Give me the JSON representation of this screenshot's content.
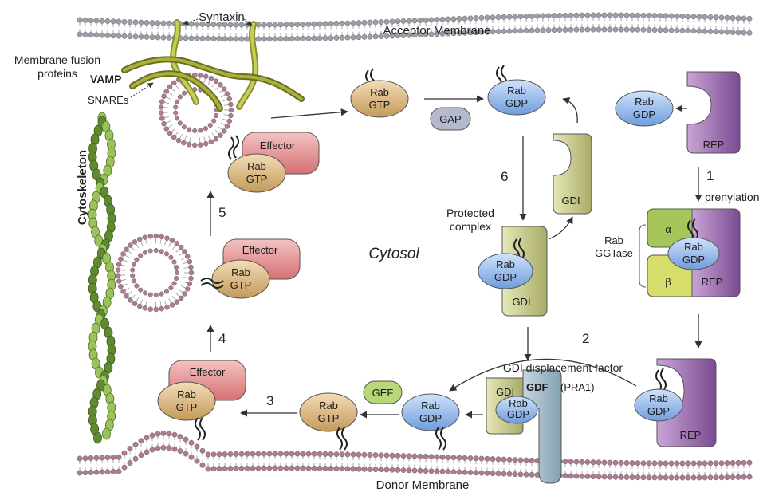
{
  "membranes": {
    "acceptor": "Acceptor Membrane",
    "donor": "Donor Membrane"
  },
  "labels": {
    "syntaxin": "Syntaxin",
    "membrane_fusion": [
      "Membrane fusion",
      "proteins"
    ],
    "vamp": "VAMP",
    "snares": "SNAREs",
    "cytoskeleton": "Cytoskeleton",
    "cytosol": "Cytosol",
    "protected_complex": [
      "Protected",
      "complex"
    ],
    "prenylation": "prenylation",
    "rab_ggtase": [
      "Rab",
      "GGTase"
    ],
    "gdi_displacement_factor": "GDI displacement factor",
    "gdf_pra1": "(PRA1)"
  },
  "proteins": {
    "rab": "Rab",
    "gtp": "GTP",
    "gdp": "GDP",
    "effector": "Effector",
    "gap": "GAP",
    "gef": "GEF",
    "gdi": "GDI",
    "gdf": "GDF",
    "rep": "REP",
    "alpha": "α",
    "beta": "β"
  },
  "steps": {
    "s1": "1",
    "s2": "2",
    "s3": "3",
    "s4": "4",
    "s5": "5",
    "s6": "6"
  },
  "colors": {
    "rab_gtp": "#d6b077",
    "rab_gdp": "#8fb7e8",
    "effector": "#e89a9a",
    "gdi": "#c3c68a",
    "rep": "#9b6aab",
    "ggtase_alpha": "#a7c65a",
    "ggtase_beta": "#d7dd6a",
    "gap": "#b4b9cc",
    "gef": "#b8d67a",
    "gdf": "#9fb7c4",
    "membrane_head": "#b07a95",
    "membrane_head_top": "#9aa0aa",
    "cytoskeleton": "#7ea646",
    "snare": "#a8b040"
  }
}
